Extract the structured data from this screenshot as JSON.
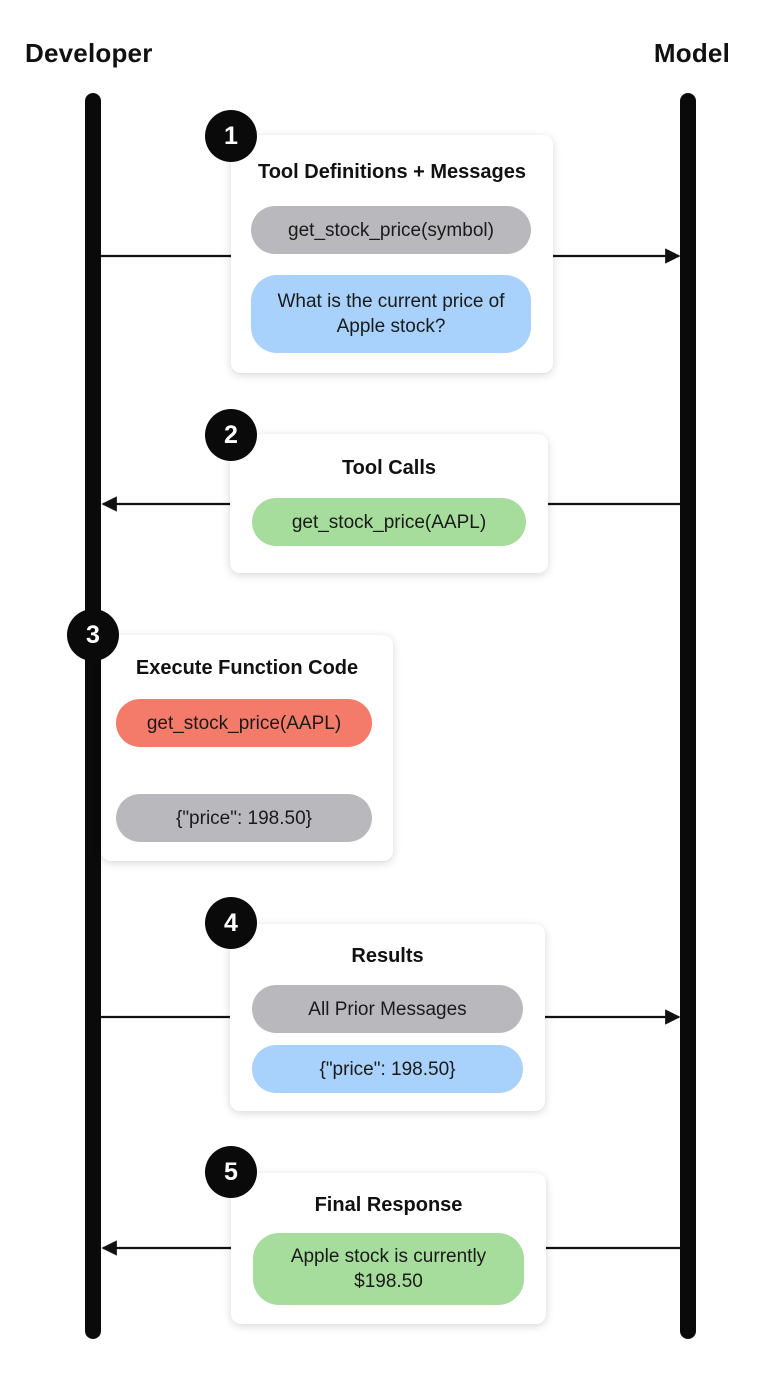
{
  "actors": {
    "developer": "Developer",
    "model": "Model"
  },
  "steps": [
    {
      "number": "1",
      "title": "Tool Definitions + Messages",
      "direction": "to-model",
      "pills": [
        {
          "text": "get_stock_price(symbol)",
          "color": "#b9b9bd"
        },
        {
          "text": "What is the current price of Apple stock?",
          "color": "#a8d2fb"
        }
      ]
    },
    {
      "number": "2",
      "title": "Tool Calls",
      "direction": "to-developer",
      "pills": [
        {
          "text": "get_stock_price(AAPL)",
          "color": "#a6dd9c"
        }
      ]
    },
    {
      "number": "3",
      "title": "Execute Function Code",
      "direction": "local",
      "pills": [
        {
          "text": "get_stock_price(AAPL)",
          "color": "#f47a6a"
        },
        {
          "text": "{\"price\": 198.50}",
          "color": "#b9b9bd"
        }
      ]
    },
    {
      "number": "4",
      "title": "Results",
      "direction": "to-model",
      "pills": [
        {
          "text": "All Prior Messages",
          "color": "#b9b9bd"
        },
        {
          "text": "{\"price\": 198.50}",
          "color": "#a8d2fb"
        }
      ]
    },
    {
      "number": "5",
      "title": "Final Response",
      "direction": "to-developer",
      "pills": [
        {
          "text": "Apple stock is currently $198.50",
          "color": "#a6dd9c"
        }
      ]
    }
  ]
}
